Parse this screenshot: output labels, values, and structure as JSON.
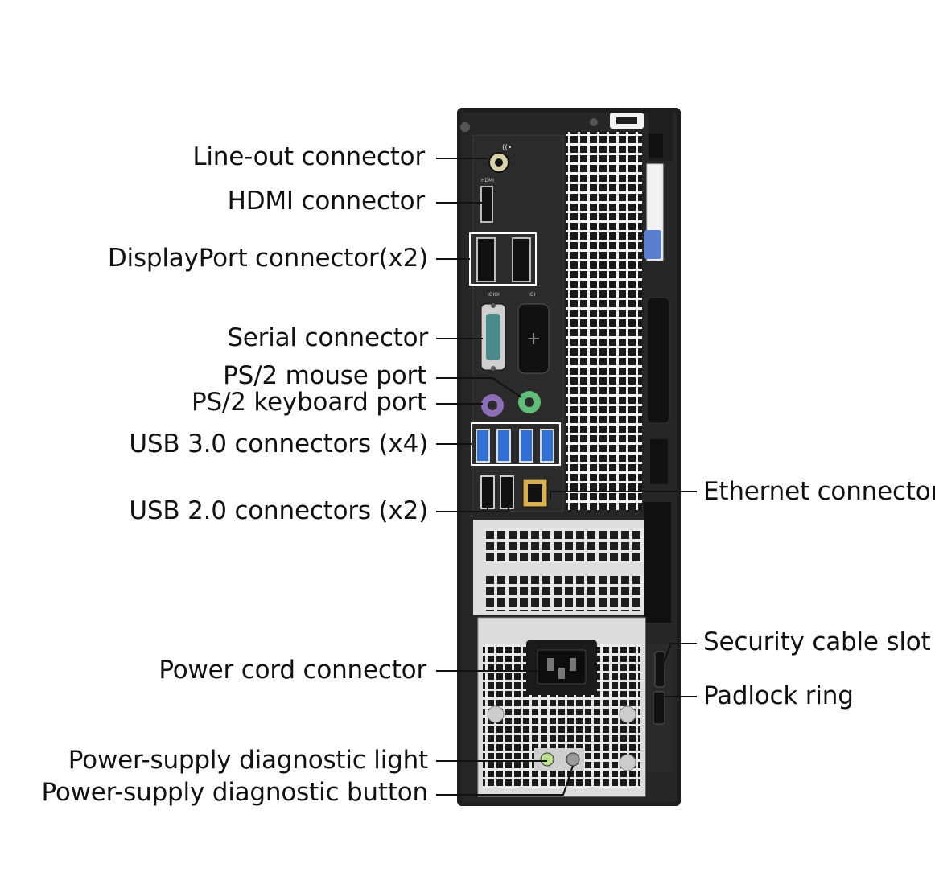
{
  "labels": {
    "line_out": "Line-out connector",
    "hdmi": "HDMI connector",
    "displayport": "DisplayPort connector(x2)",
    "serial": "Serial connector",
    "ps2_mouse": "PS/2 mouse port",
    "ps2_keyboard": "PS/2 keyboard port",
    "usb3": "USB 3.0 connectors (x4)",
    "usb2": "USB 2.0 connectors (x2)",
    "power_cord": "Power cord connector",
    "psu_light": "Power-supply diagnostic light",
    "psu_button": "Power-supply diagnostic button",
    "ethernet": "Ethernet connector",
    "security_slot": "Security cable slot",
    "padlock": "Padlock ring"
  },
  "colors": {
    "chassis": "#1f1f1f",
    "panel": "#2b2b2b",
    "metal": "#d9d9d9",
    "usb3_blue": "#2f6fd6",
    "ps2_mouse_green": "#5fbf7a",
    "ps2_keyboard_purple": "#8c6fb8",
    "serial_teal": "#4a8a8a",
    "leader": "#111111",
    "latch_blue": "#5b7fd0"
  }
}
